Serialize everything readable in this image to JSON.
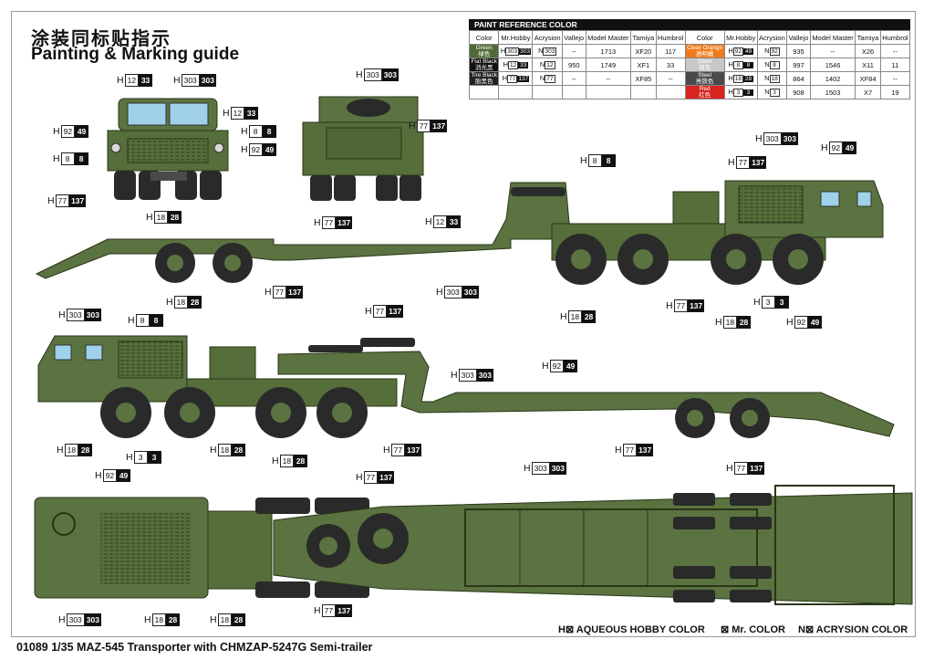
{
  "title_cn": "涂装同标贴指示",
  "title_en": "Painting & Marking guide",
  "footer": "01089 1/35 MAZ-545 Transporter with CHMZAP-5247G Semi-trailer",
  "legend": {
    "aqueous": "H⊠ AQUEOUS HOBBY COLOR",
    "mr": "⊠ Mr. COLOR",
    "acrysion": "N⊠ ACRYSION COLOR"
  },
  "paint_table": {
    "header": "PAINT REFERENCE COLOR",
    "columns": [
      "Color",
      "Mr.Hobby",
      "Acrysion",
      "Vallejo",
      "Model Master",
      "Tamiya",
      "Humbrol"
    ],
    "left_rows": [
      {
        "name": "Green",
        "cn": "绿色",
        "h": "303",
        "hb": "303",
        "n": "303",
        "vallejo": "--",
        "mm": "1713",
        "tamiya": "XF20",
        "humbrol": "117",
        "bg": "#4e6b35"
      },
      {
        "name": "Flat Black",
        "cn": "消光黑",
        "h": "12",
        "hb": "33",
        "n": "12",
        "vallejo": "950",
        "mm": "1749",
        "tamiya": "XF1",
        "humbrol": "33",
        "bg": "#111111"
      },
      {
        "name": "Tire Black",
        "cn": "胎黑色",
        "h": "77",
        "hb": "137",
        "n": "77",
        "vallejo": "--",
        "mm": "--",
        "tamiya": "XF85",
        "humbrol": "--",
        "bg": "#222222"
      }
    ],
    "right_rows": [
      {
        "name": "Clear Orange",
        "cn": "透明橘",
        "h": "92",
        "hb": "49",
        "n": "92",
        "vallejo": "935",
        "mm": "--",
        "tamiya": "X26",
        "humbrol": "--",
        "bg": "#f07a1a"
      },
      {
        "name": "Silver",
        "cn": "银色",
        "h": "8",
        "hb": "8",
        "n": "8",
        "vallejo": "997",
        "mm": "1546",
        "tamiya": "X11",
        "humbrol": "11",
        "bg": "#c8c8c8"
      },
      {
        "name": "Steel",
        "cn": "亮铁色",
        "h": "18",
        "hb": "28",
        "n": "18",
        "vallejo": "864",
        "mm": "1402",
        "tamiya": "XF84",
        "humbrol": "--",
        "bg": "#4a4a4a"
      },
      {
        "name": "Red",
        "cn": "红色",
        "h": "3",
        "hb": "3",
        "n": "3",
        "vallejo": "908",
        "mm": "1503",
        "tamiya": "X7",
        "humbrol": "19",
        "bg": "#d8231f"
      }
    ]
  },
  "callouts": [
    {
      "w": "12",
      "b": "33"
    },
    {
      "w": "303",
      "b": "303"
    },
    {
      "w": "92",
      "b": "49"
    },
    {
      "w": "12",
      "b": "33"
    },
    {
      "w": "8",
      "b": "8"
    },
    {
      "w": "92",
      "b": "49"
    },
    {
      "w": "8",
      "b": "8"
    },
    {
      "w": "77",
      "b": "137"
    },
    {
      "w": "18",
      "b": "28"
    },
    {
      "w": "77",
      "b": "137"
    },
    {
      "w": "303",
      "b": "303"
    },
    {
      "w": "77",
      "b": "137"
    },
    {
      "w": "8",
      "b": "8"
    },
    {
      "w": "303",
      "b": "303"
    },
    {
      "w": "12",
      "b": "33"
    },
    {
      "w": "77",
      "b": "137"
    },
    {
      "w": "92",
      "b": "49"
    },
    {
      "w": "77",
      "b": "137"
    },
    {
      "w": "303",
      "b": "303"
    },
    {
      "w": "18",
      "b": "28"
    },
    {
      "w": "77",
      "b": "137"
    },
    {
      "w": "3",
      "b": "3"
    },
    {
      "w": "18",
      "b": "28"
    },
    {
      "w": "92",
      "b": "49"
    },
    {
      "w": "303",
      "b": "303"
    },
    {
      "w": "18",
      "b": "28"
    },
    {
      "w": "77",
      "b": "137"
    },
    {
      "w": "8",
      "b": "8"
    },
    {
      "w": "303",
      "b": "303"
    },
    {
      "w": "92",
      "b": "49"
    },
    {
      "w": "18",
      "b": "28"
    },
    {
      "w": "3",
      "b": "3"
    },
    {
      "w": "18",
      "b": "28"
    },
    {
      "w": "18",
      "b": "28"
    },
    {
      "w": "77",
      "b": "137"
    },
    {
      "w": "77",
      "b": "137"
    },
    {
      "w": "92",
      "b": "49"
    },
    {
      "w": "303",
      "b": "303"
    },
    {
      "w": "77",
      "b": "137"
    },
    {
      "w": "77",
      "b": "137"
    },
    {
      "w": "303",
      "b": "303"
    },
    {
      "w": "18",
      "b": "28"
    },
    {
      "w": "18",
      "b": "28"
    },
    {
      "w": "77",
      "b": "137"
    }
  ],
  "h_prefix": "H",
  "n_prefix": "N"
}
